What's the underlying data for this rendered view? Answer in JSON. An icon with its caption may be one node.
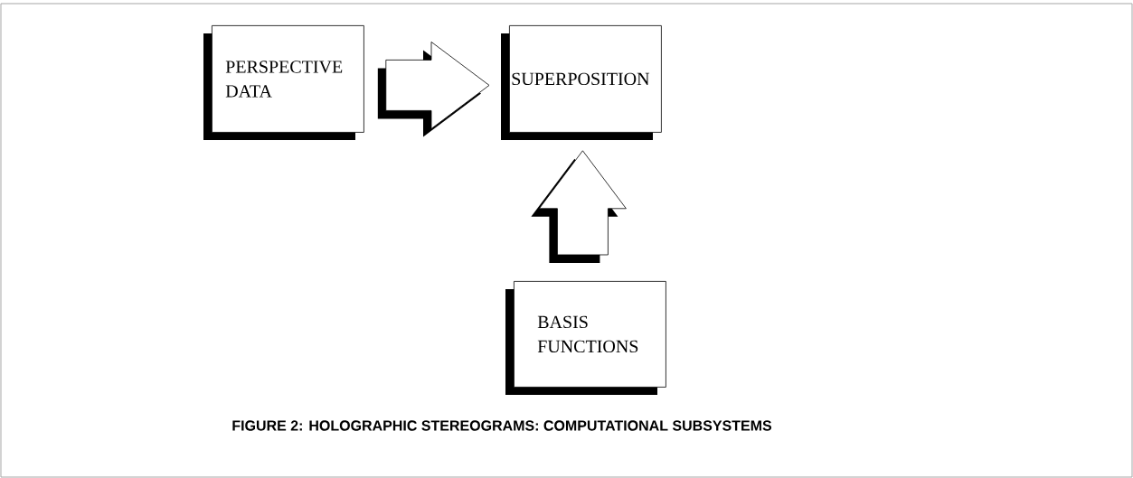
{
  "diagram": {
    "caption": "FIGURE 2: HOLOGRAPHIC STEREOGRAMS: COMPUTATIONAL SUBSYSTEMS",
    "nodes": [
      {
        "text": [
          "PERSPECTIVE DATA"
        ]
      },
      {
        "text": [
          "SUPERPOSITION"
        ]
      },
      {
        "text": [
          "BASIS FUNCTIONS"
        ]
      }
    ],
    "edges": [
      {
        "from": 0,
        "to": 1,
        "arrow": "to"
      },
      {
        "from": 2,
        "to": 1,
        "arrow": "to"
      }
    ]
  }
}
